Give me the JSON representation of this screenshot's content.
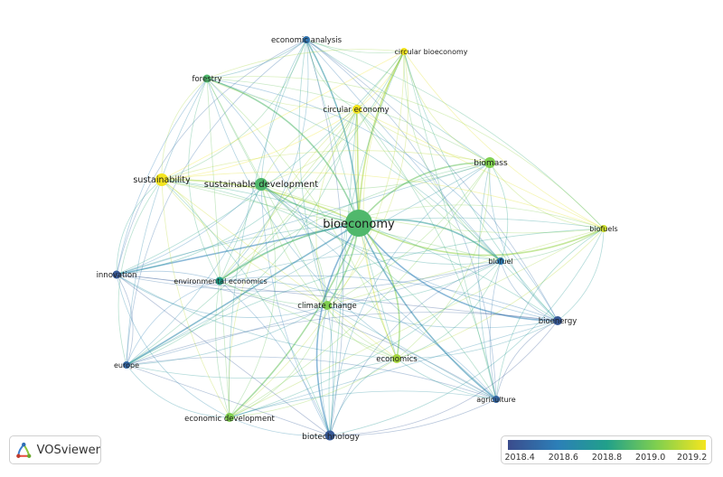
{
  "network": {
    "nodes": [
      {
        "id": "bioeconomy",
        "label": "bioeconomy",
        "year": 2018.9,
        "size": "largest"
      },
      {
        "id": "economic-analysis",
        "label": "economic analysis",
        "year": 2018.5
      },
      {
        "id": "circular-bioeconomy",
        "label": "circular bioeconomy",
        "year": 2019.3
      },
      {
        "id": "forestry",
        "label": "forestry",
        "year": 2018.9
      },
      {
        "id": "circular-economy",
        "label": "circular economy",
        "year": 2019.3
      },
      {
        "id": "biomass",
        "label": "biomass",
        "year": 2019.0
      },
      {
        "id": "sustainability",
        "label": "sustainability",
        "year": 2019.3
      },
      {
        "id": "sustainable-development",
        "label": "sustainable development",
        "year": 2018.9
      },
      {
        "id": "biofuels",
        "label": "biofuels",
        "year": 2019.2
      },
      {
        "id": "innovation",
        "label": "innovation",
        "year": 2018.3
      },
      {
        "id": "biofuel",
        "label": "biofuel",
        "year": 2018.6
      },
      {
        "id": "environmental-economics",
        "label": "environmental economics",
        "year": 2018.8
      },
      {
        "id": "climate-change",
        "label": "climate change",
        "year": 2019.0
      },
      {
        "id": "bioenergy",
        "label": "bioenergy",
        "year": 2018.3
      },
      {
        "id": "europe",
        "label": "europe",
        "year": 2018.4
      },
      {
        "id": "economics",
        "label": "economics",
        "year": 2019.1
      },
      {
        "id": "agriculture",
        "label": "agriculture",
        "year": 2018.4
      },
      {
        "id": "economic-development",
        "label": "economic development",
        "year": 2019.0
      },
      {
        "id": "biotechnology",
        "label": "biotechnology",
        "year": 2018.3
      }
    ]
  },
  "branding": {
    "app_name": "VOSviewer",
    "logo_icon": "vosviewer-logo-icon"
  },
  "legend": {
    "ticks": [
      "2018.4",
      "2018.6",
      "2018.8",
      "2019.0",
      "2019.2"
    ],
    "colors": [
      "#3b4c8c",
      "#2c7fb8",
      "#21a08a",
      "#7fcf4f",
      "#f4e51f"
    ]
  }
}
